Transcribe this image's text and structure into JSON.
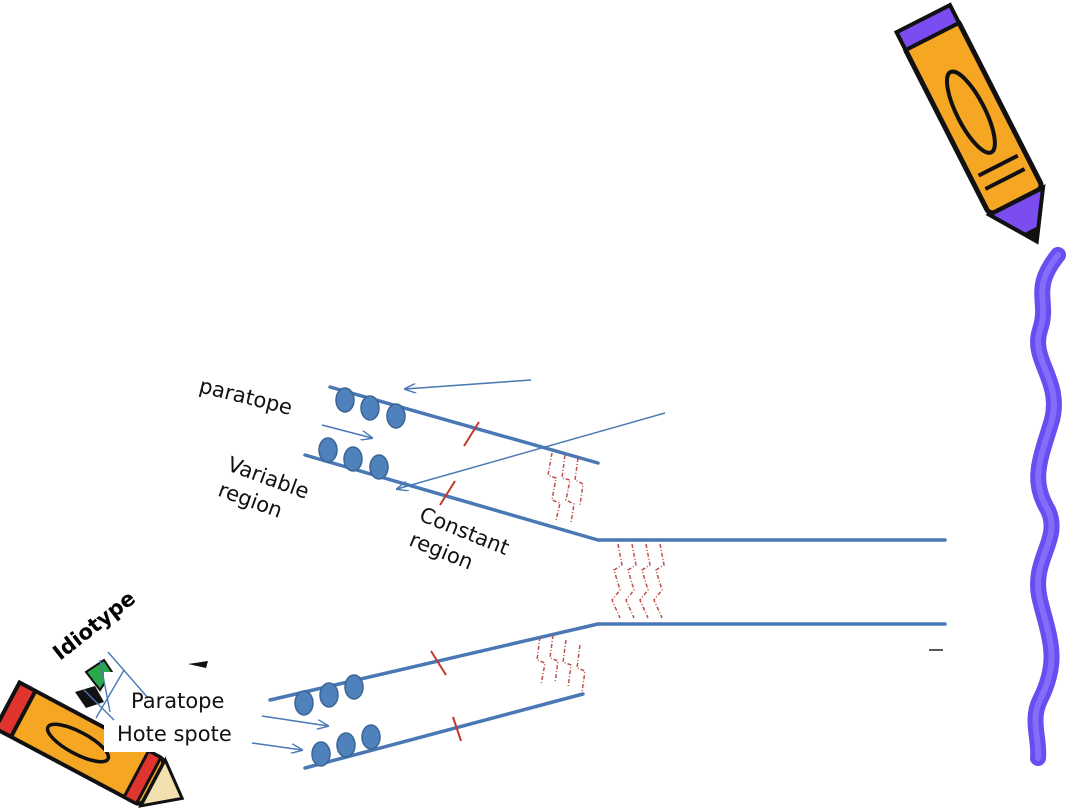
{
  "labels": {
    "paratope_top": "paratope",
    "variable_region_1": "Variable",
    "variable_region_2": "region",
    "constant_region_1": "Constant",
    "constant_region_2": "region",
    "idiotype": "Idiotype",
    "paratope_bottom": "Paratope",
    "hot_spot": "Hote spote"
  },
  "colors": {
    "chain": "#4a78b5",
    "domain_fill": "#4f81bd",
    "domain_stroke": "#3a6494",
    "disulfide": "#c0392b",
    "hinge_bond": "#c0504d",
    "arrow": "#4a78b5",
    "wave": "#6a4cf0",
    "pencil_body": "#f5a623",
    "pencil_tip": "#7b4cf0",
    "pencil_red": "#e0342f"
  },
  "icons": [
    "pencil-icon-top-right",
    "pencil-icon-bottom-left",
    "wavy-border-decoration"
  ]
}
